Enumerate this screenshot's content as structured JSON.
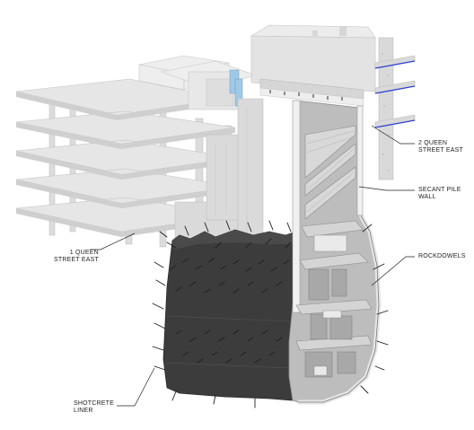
{
  "labels": {
    "two_queen": {
      "line1": "2 QUEEN",
      "line2": "STREET EAST"
    },
    "secant": {
      "line1": "SECANT PILE",
      "line2": "WALL"
    },
    "rockdowels": {
      "line1": "ROCKDOWELS"
    },
    "one_queen": {
      "line1": "1 QUEEN",
      "line2": "STREET EAST"
    },
    "shotcrete": {
      "line1": "SHOTCRETE",
      "line2": "LINER"
    }
  },
  "colors": {
    "building": "#e4e4e4",
    "slab_edge": "#c8c8c8",
    "shotcrete": "#3c3c3c",
    "cavern_interior": "#bdbdbd",
    "accent_blue": "#2a3fd0"
  }
}
